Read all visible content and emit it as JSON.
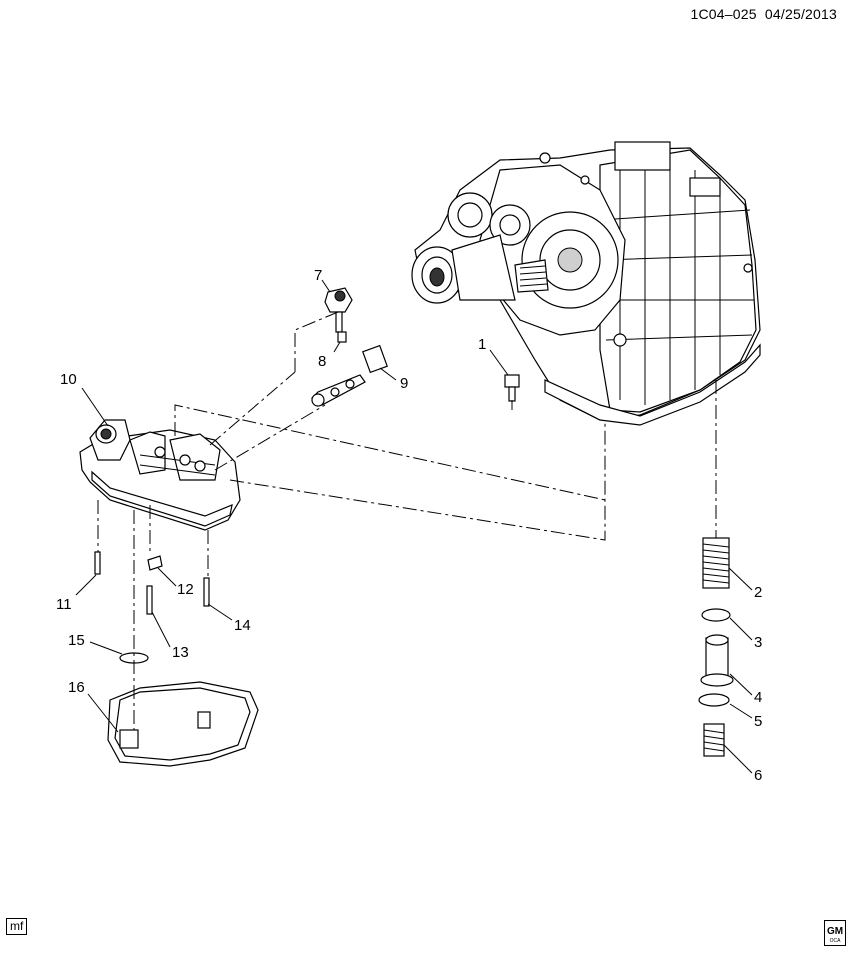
{
  "header": {
    "diagram_code": "1C04–025",
    "date": "04/25/2013"
  },
  "callouts": [
    "1",
    "2",
    "3",
    "4",
    "5",
    "6",
    "7",
    "8",
    "9",
    "10",
    "11",
    "12",
    "13",
    "14",
    "15",
    "16"
  ],
  "footer": {
    "mf_label": "mf",
    "logo_text": "GM",
    "logo_sub": "OCA"
  }
}
